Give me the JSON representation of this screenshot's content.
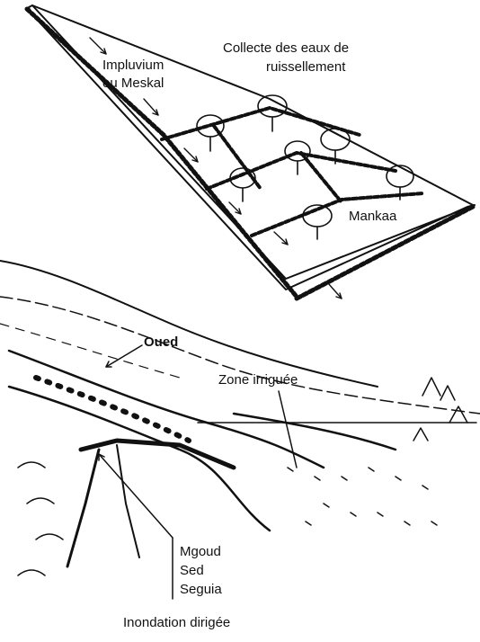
{
  "labels": {
    "collecte_line1": "Collecte des eaux de",
    "collecte_line2": "ruissellement",
    "impluvium_line1": "Impluvium",
    "impluvium_line2": "ou Meskal",
    "mankaa": "Mankaa",
    "oued": "Oued",
    "zone_irriguee": "Zone irriguée",
    "mgoud": "Mgoud",
    "sed": "Sed",
    "seguia": "Seguia",
    "inondation": "Inondation dirigée"
  },
  "colors": {
    "ink": "#111111",
    "background": "#ffffff"
  }
}
